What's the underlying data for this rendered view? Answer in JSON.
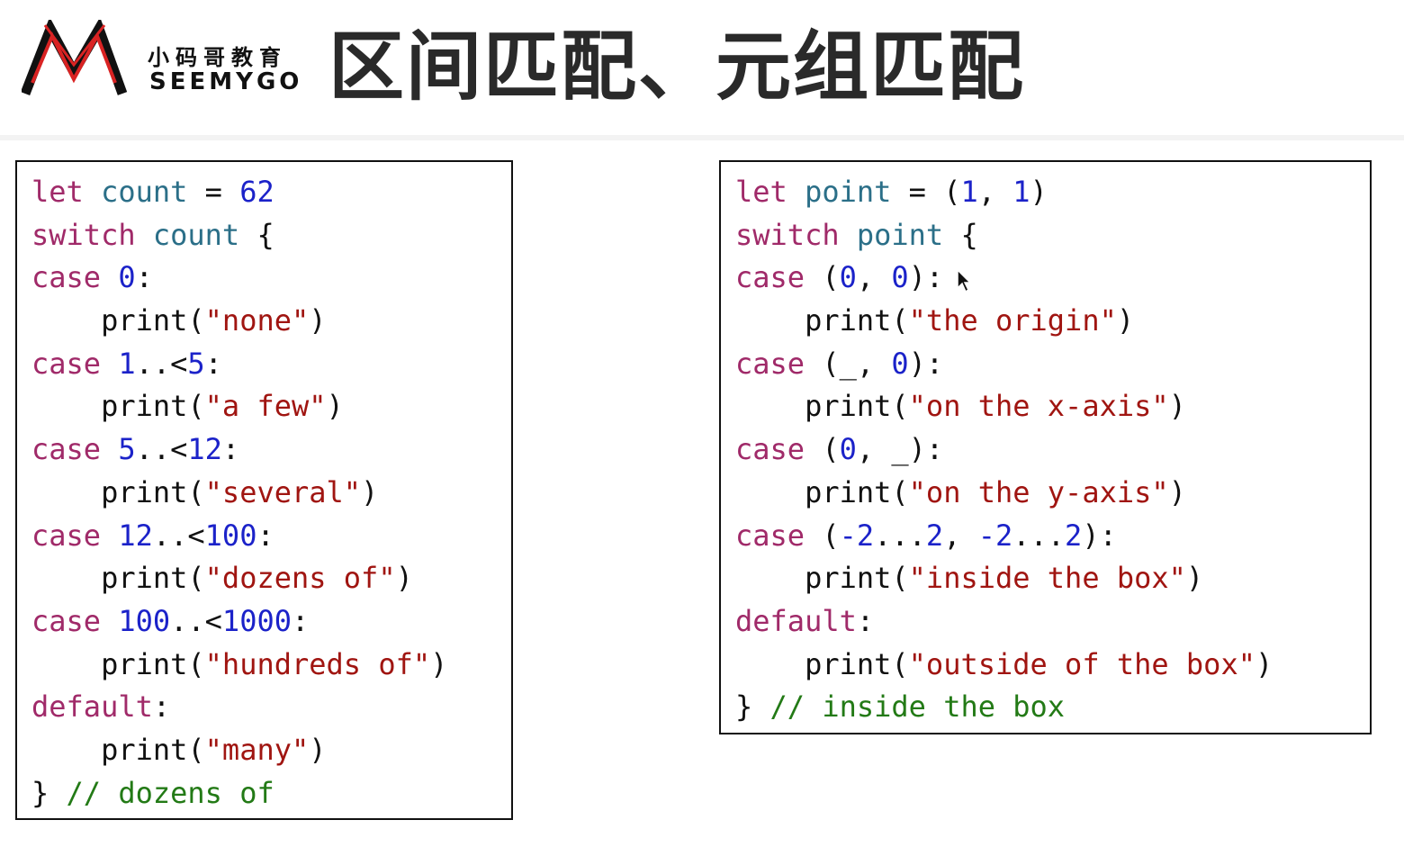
{
  "header": {
    "logo_cn": "小码哥教育",
    "logo_en": "SEEMYGO",
    "title": "区间匹配、元组匹配"
  },
  "left_code": [
    [
      {
        "t": "let",
        "c": "kw"
      },
      {
        "t": " "
      },
      {
        "t": "count",
        "c": "var"
      },
      {
        "t": " = "
      },
      {
        "t": "62",
        "c": "num"
      }
    ],
    [
      {
        "t": "switch",
        "c": "kw"
      },
      {
        "t": " "
      },
      {
        "t": "count",
        "c": "var"
      },
      {
        "t": " {"
      }
    ],
    [
      {
        "t": "case",
        "c": "kw"
      },
      {
        "t": " "
      },
      {
        "t": "0",
        "c": "num"
      },
      {
        "t": ":"
      }
    ],
    [
      {
        "t": "    print("
      },
      {
        "t": "\"none\"",
        "c": "str"
      },
      {
        "t": ")"
      }
    ],
    [
      {
        "t": "case",
        "c": "kw"
      },
      {
        "t": " "
      },
      {
        "t": "1",
        "c": "num"
      },
      {
        "t": "..<"
      },
      {
        "t": "5",
        "c": "num"
      },
      {
        "t": ":"
      }
    ],
    [
      {
        "t": "    print("
      },
      {
        "t": "\"a few\"",
        "c": "str"
      },
      {
        "t": ")"
      }
    ],
    [
      {
        "t": "case",
        "c": "kw"
      },
      {
        "t": " "
      },
      {
        "t": "5",
        "c": "num"
      },
      {
        "t": "..<"
      },
      {
        "t": "12",
        "c": "num"
      },
      {
        "t": ":"
      }
    ],
    [
      {
        "t": "    print("
      },
      {
        "t": "\"several\"",
        "c": "str"
      },
      {
        "t": ")"
      }
    ],
    [
      {
        "t": "case",
        "c": "kw"
      },
      {
        "t": " "
      },
      {
        "t": "12",
        "c": "num"
      },
      {
        "t": "..<"
      },
      {
        "t": "100",
        "c": "num"
      },
      {
        "t": ":"
      }
    ],
    [
      {
        "t": "    print("
      },
      {
        "t": "\"dozens of\"",
        "c": "str"
      },
      {
        "t": ")"
      }
    ],
    [
      {
        "t": "case",
        "c": "kw"
      },
      {
        "t": " "
      },
      {
        "t": "100",
        "c": "num"
      },
      {
        "t": "..<"
      },
      {
        "t": "1000",
        "c": "num"
      },
      {
        "t": ":"
      }
    ],
    [
      {
        "t": "    print("
      },
      {
        "t": "\"hundreds of\"",
        "c": "str"
      },
      {
        "t": ")"
      }
    ],
    [
      {
        "t": "default",
        "c": "kw"
      },
      {
        "t": ":"
      }
    ],
    [
      {
        "t": "    print("
      },
      {
        "t": "\"many\"",
        "c": "str"
      },
      {
        "t": ")"
      }
    ],
    [
      {
        "t": "} "
      },
      {
        "t": "// dozens of",
        "c": "com"
      }
    ]
  ],
  "right_code": [
    [
      {
        "t": "let",
        "c": "kw"
      },
      {
        "t": " "
      },
      {
        "t": "point",
        "c": "var"
      },
      {
        "t": " = ("
      },
      {
        "t": "1",
        "c": "num"
      },
      {
        "t": ", "
      },
      {
        "t": "1",
        "c": "num"
      },
      {
        "t": ")"
      }
    ],
    [
      {
        "t": "switch",
        "c": "kw"
      },
      {
        "t": " "
      },
      {
        "t": "point",
        "c": "var"
      },
      {
        "t": " {"
      }
    ],
    [
      {
        "t": "case",
        "c": "kw"
      },
      {
        "t": " ("
      },
      {
        "t": "0",
        "c": "num"
      },
      {
        "t": ", "
      },
      {
        "t": "0",
        "c": "num"
      },
      {
        "t": "):"
      }
    ],
    [
      {
        "t": "    print("
      },
      {
        "t": "\"the origin\"",
        "c": "str"
      },
      {
        "t": ")"
      }
    ],
    [
      {
        "t": "case",
        "c": "kw"
      },
      {
        "t": " (_, "
      },
      {
        "t": "0",
        "c": "num"
      },
      {
        "t": "):"
      }
    ],
    [
      {
        "t": "    print("
      },
      {
        "t": "\"on the x-axis\"",
        "c": "str"
      },
      {
        "t": ")"
      }
    ],
    [
      {
        "t": "case",
        "c": "kw"
      },
      {
        "t": " ("
      },
      {
        "t": "0",
        "c": "num"
      },
      {
        "t": ", _):"
      }
    ],
    [
      {
        "t": "    print("
      },
      {
        "t": "\"on the y-axis\"",
        "c": "str"
      },
      {
        "t": ")"
      }
    ],
    [
      {
        "t": "case",
        "c": "kw"
      },
      {
        "t": " ("
      },
      {
        "t": "-2",
        "c": "num"
      },
      {
        "t": "..."
      },
      {
        "t": "2",
        "c": "num"
      },
      {
        "t": ", "
      },
      {
        "t": "-2",
        "c": "num"
      },
      {
        "t": "..."
      },
      {
        "t": "2",
        "c": "num"
      },
      {
        "t": "):"
      }
    ],
    [
      {
        "t": "    print("
      },
      {
        "t": "\"inside the box\"",
        "c": "str"
      },
      {
        "t": ")"
      }
    ],
    [
      {
        "t": "default",
        "c": "kw"
      },
      {
        "t": ":"
      }
    ],
    [
      {
        "t": "    print("
      },
      {
        "t": "\"outside of the box\"",
        "c": "str"
      },
      {
        "t": ")"
      }
    ],
    [
      {
        "t": "} "
      },
      {
        "t": "// inside the box",
        "c": "com"
      }
    ]
  ],
  "colors": {
    "keyword": "#a02a69",
    "identifier": "#2b6f88",
    "number": "#1b22c9",
    "string": "#a01511",
    "comment": "#237a16",
    "logo_red": "#d92323"
  },
  "icons": {
    "logo": "seemygo-m-logo-icon",
    "cursor": "mouse-pointer-icon"
  }
}
